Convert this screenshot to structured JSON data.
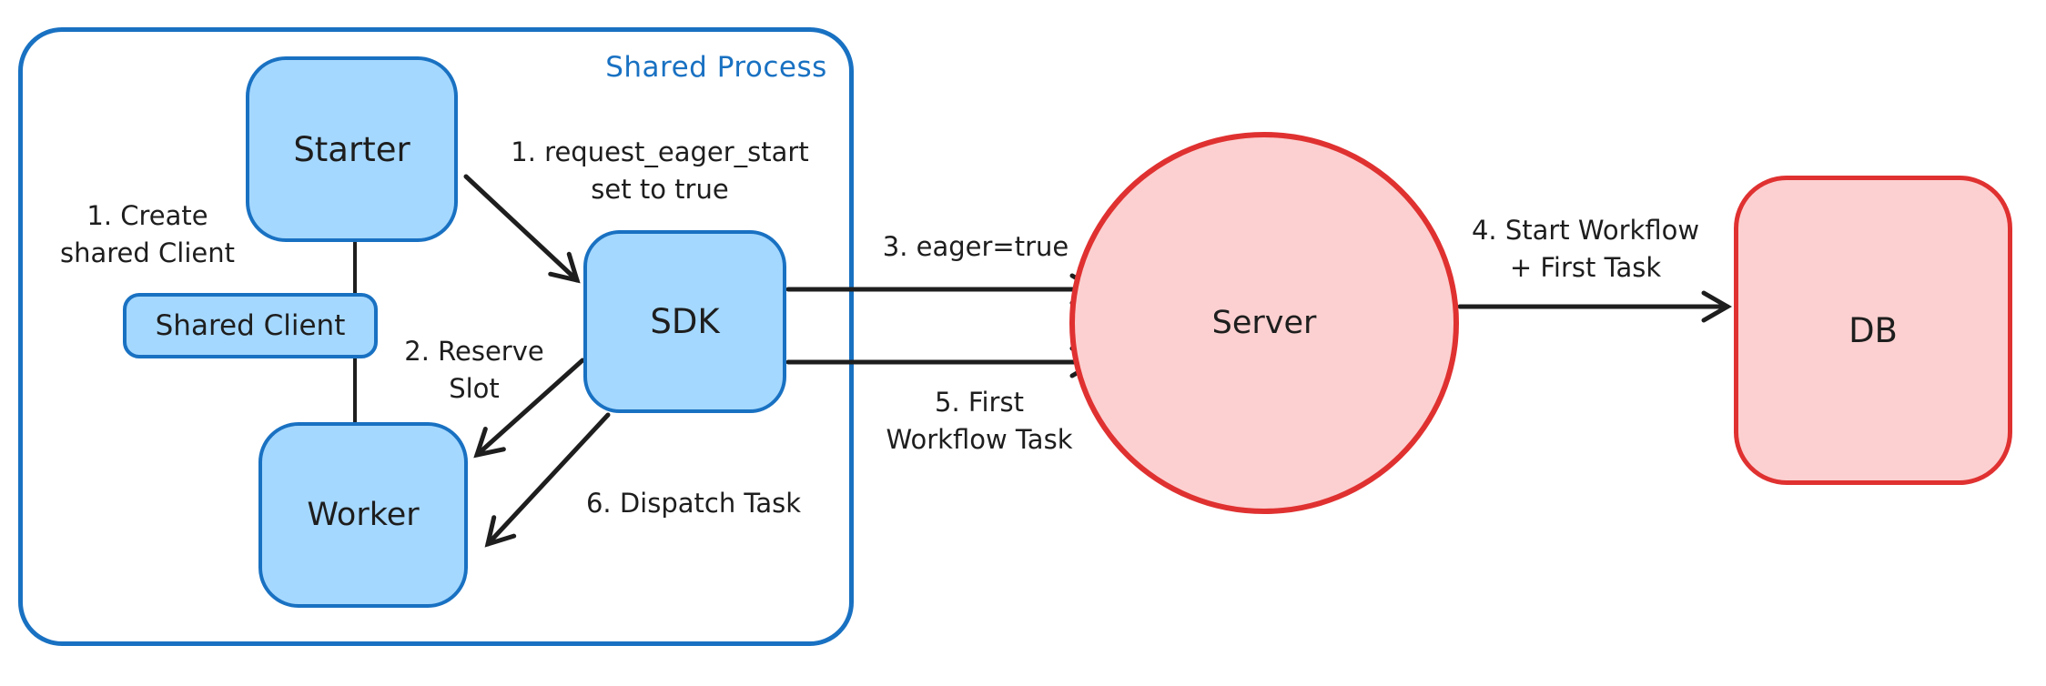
{
  "diagram": {
    "container_label": "Shared Process",
    "nodes": {
      "starter": "Starter",
      "shared_client": "Shared Client",
      "worker": "Worker",
      "sdk": "SDK",
      "server": "Server",
      "db": "DB"
    },
    "annotations": {
      "create_client_l1": "1. Create",
      "create_client_l2": "shared Client",
      "eager_start_l1": "1. request_eager_start",
      "eager_start_l2": "set to true",
      "reserve_l1": "2. Reserve",
      "reserve_l2": "Slot",
      "dispatch": "6. Dispatch Task",
      "eager_true": "3. eager=true",
      "first_wft_l1": "5. First",
      "first_wft_l2": "Workflow Task",
      "start_wf_l1": "4. Start Workflow",
      "start_wf_l2": "+ First Task"
    },
    "colors": {
      "blue_stroke": "#1971c2",
      "blue_fill": "#a5d8ff",
      "red_stroke": "#e03131",
      "red_fill": "#fcd0d0",
      "ink": "#1e1e1e"
    }
  }
}
